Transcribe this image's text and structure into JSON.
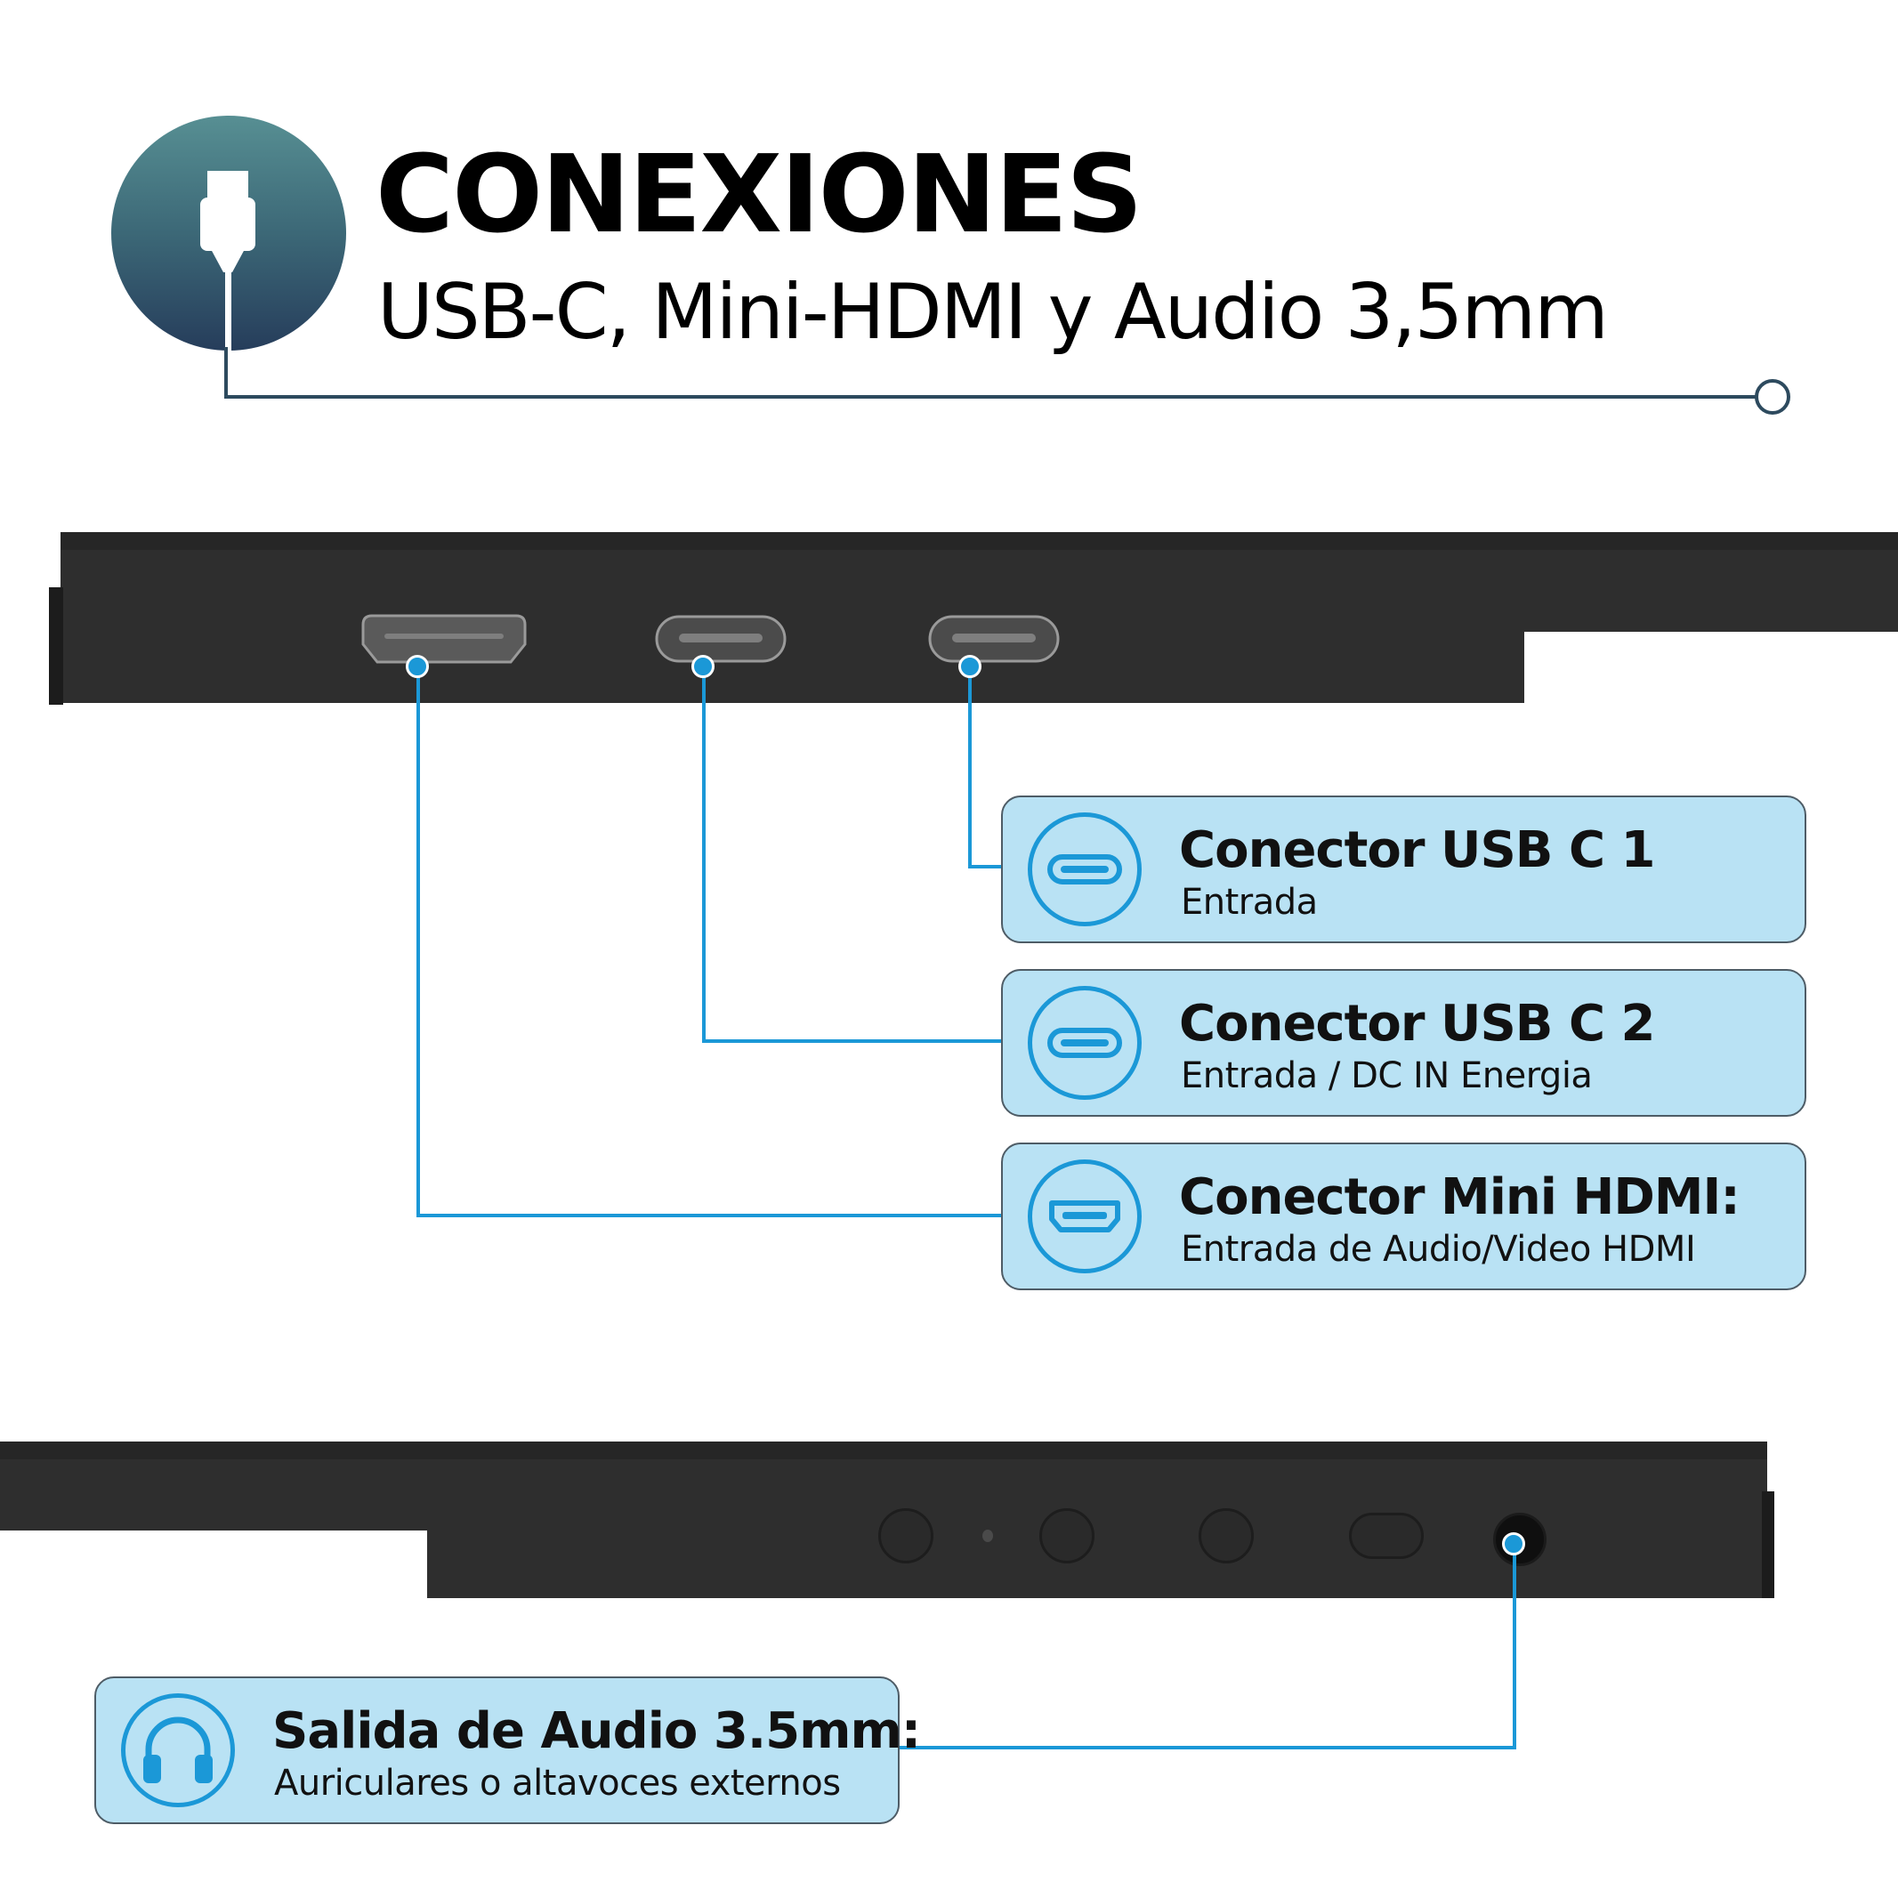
{
  "header": {
    "title": "CONEXIONES",
    "subtitle": "USB-C, Mini-HDMI y Audio 3,5mm",
    "icon": "usb-plug-icon",
    "badge_color": "#3c6877"
  },
  "colors": {
    "accent": "#1b98d7",
    "callout_bg": "#b9e2f4",
    "device_body": "#2e2e2e"
  },
  "callouts": [
    {
      "title": "Conector USB C 1",
      "description": "Entrada",
      "icon": "usb-c-icon"
    },
    {
      "title": "Conector USB C 2",
      "description": "Entrada / DC IN Energia",
      "icon": "usb-c-icon"
    },
    {
      "title": "Conector Mini HDMI:",
      "description": "Entrada de Audio/Video HDMI",
      "icon": "hdmi-icon"
    },
    {
      "title": "Salida de Audio 3.5mm:",
      "description": "Auriculares o altavoces externos",
      "icon": "headphones-icon"
    }
  ]
}
